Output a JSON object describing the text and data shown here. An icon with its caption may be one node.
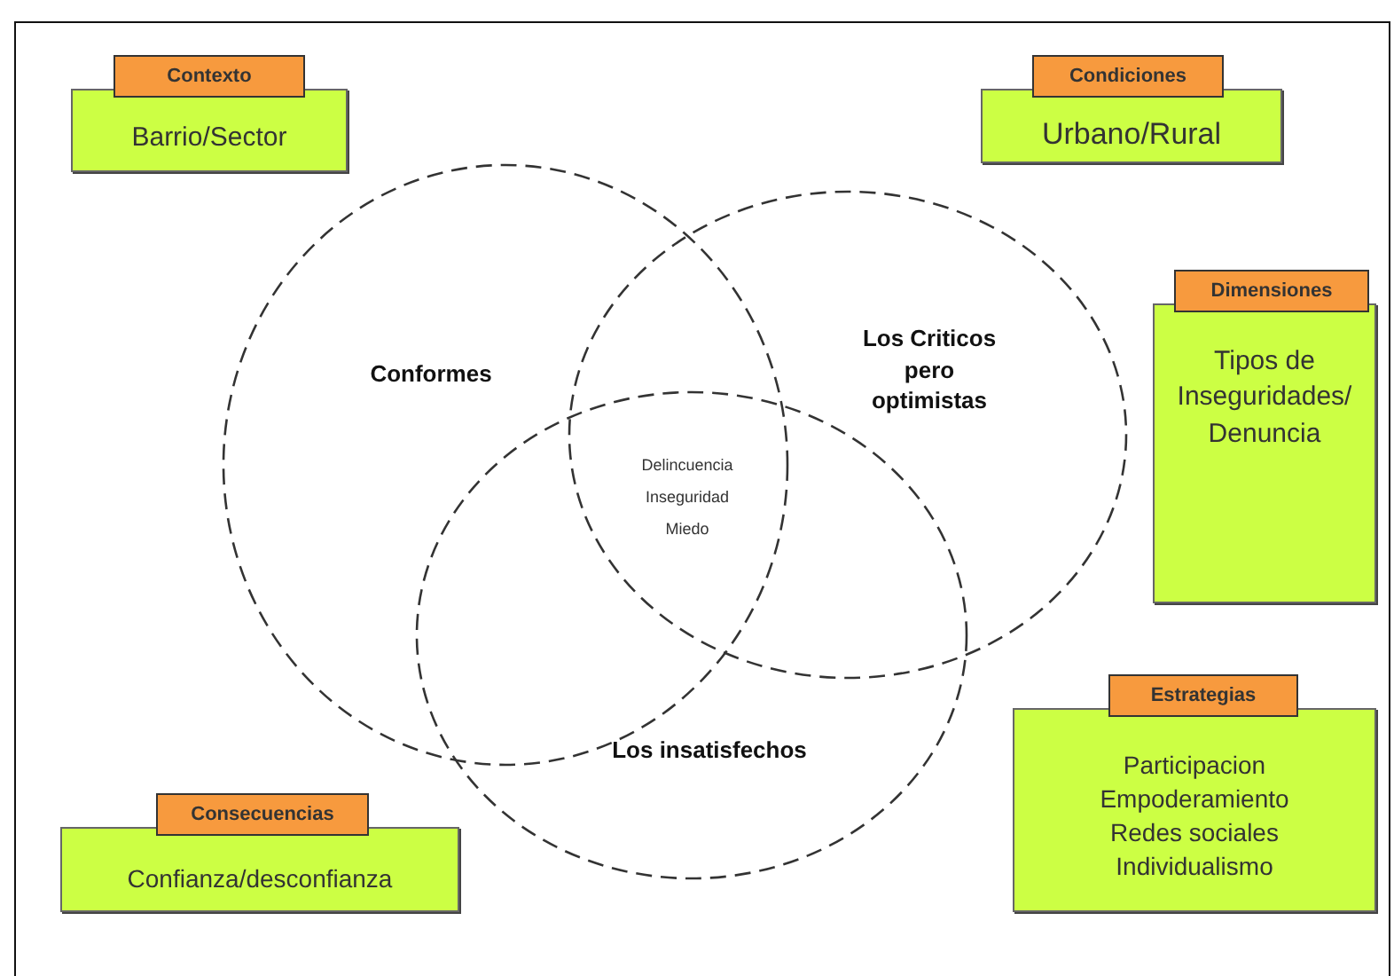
{
  "diagram": {
    "nodes": [
      {
        "text": [
          "Contexto",
          "Barrio/Sector"
        ]
      },
      {
        "text": [
          "Condiciones",
          "Urbano/Rural"
        ]
      },
      {
        "text": [
          "Conformes"
        ]
      },
      {
        "text": [
          "Los Criticos pero optimistas"
        ]
      },
      {
        "text": [
          "Dimensiones",
          "Tipos de Inseguridades/ Denuncia"
        ]
      },
      {
        "text": [
          "Los insatisfechos"
        ]
      },
      {
        "text": [
          "Estrategias",
          "Participacion Empoderamiento Redes sociales Individualismo"
        ]
      },
      {
        "text": [
          "Consecuencias",
          "Confianza/desconfianza"
        ]
      }
    ],
    "labels": [
      "Delincuencia",
      "Inseguridad",
      "Miedo"
    ]
  }
}
